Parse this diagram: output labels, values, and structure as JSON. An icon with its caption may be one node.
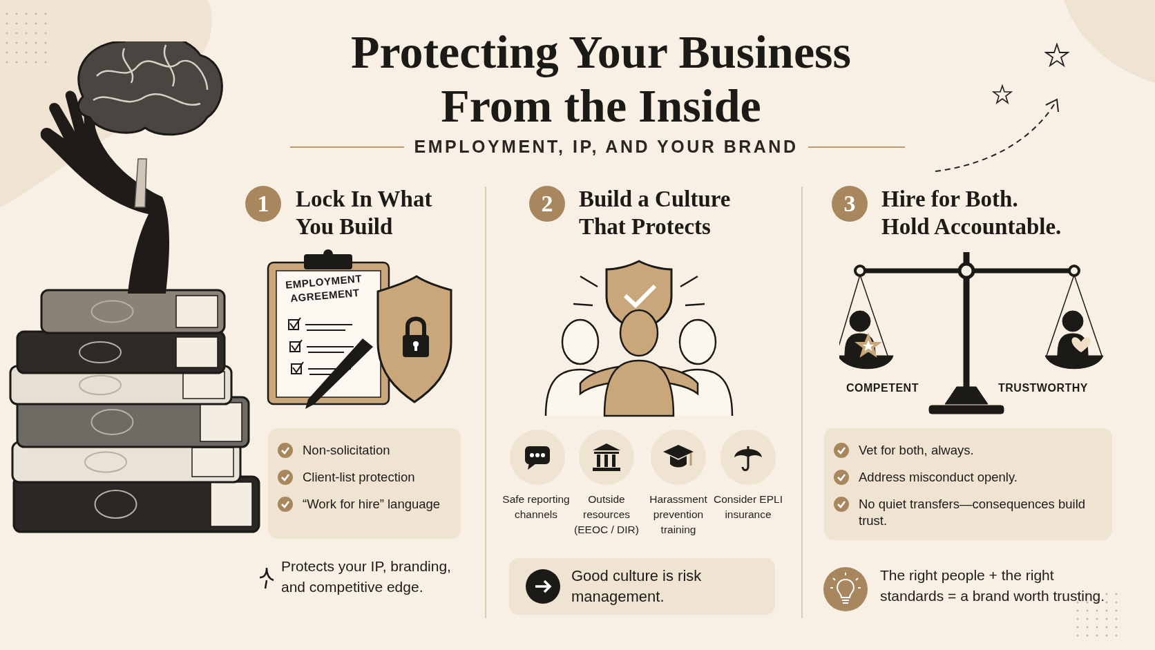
{
  "diagram": {
    "title": "Protecting Your Business From the Inside",
    "nodes": [
      {
        "text": [
          "Non-solicitation",
          "Client-list protection",
          "“Work for hire” language"
        ]
      },
      {
        "text": [
          "Good culture is risk management."
        ]
      },
      {
        "text": [
          "Vet for both, always.",
          "Address misconduct openly.",
          "No quiet transfers—consequences build trust."
        ]
      }
    ],
    "labels": [
      "EMPLOYMENT, IP, AND YOUR BRAND",
      "1",
      "Lock In What You Build",
      "2",
      "Build a Culture That Protects",
      "3",
      "Hire for Both. Hold Accountable.",
      "EMPLOYMENT AGREEMENT",
      "Safe reporting channels",
      "Outside resources (EEOC / DIR)",
      "Harassment prevention training",
      "Consider EPLI insurance",
      "COMPETENT",
      "TRUSTWORTHY",
      "Protects your IP, branding, and competitive edge.",
      "The right people + the right standards = a brand worth trusting."
    ]
  }
}
